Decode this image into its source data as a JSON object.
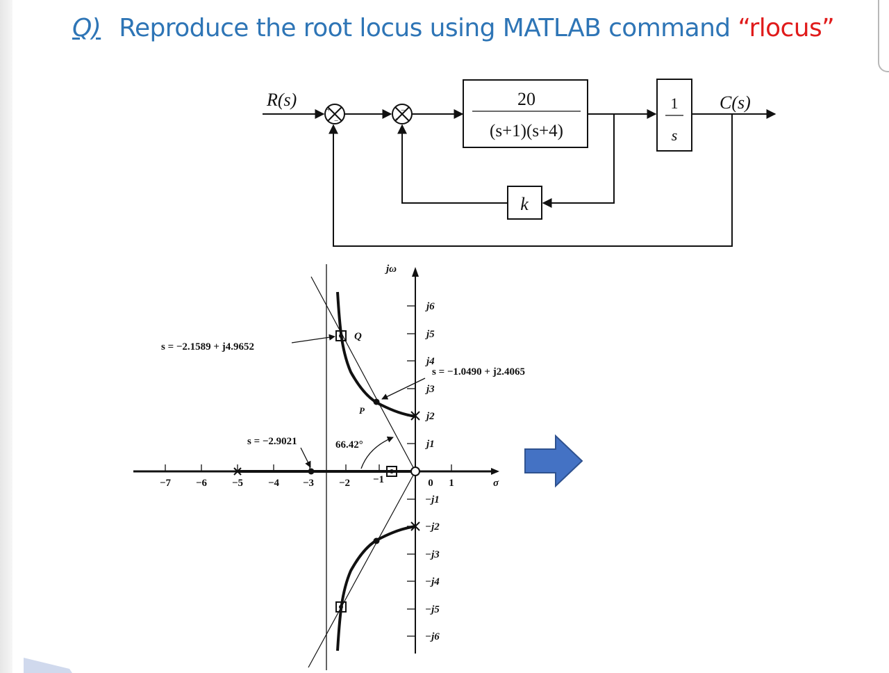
{
  "question": {
    "prefix": "Q)",
    "text": "Reproduce the root locus using MATLAB command ",
    "command_open_quote": "“",
    "command": "rlocus",
    "command_close_quote": "”"
  },
  "block_diagram": {
    "input_label": "R(s)",
    "output_label": "C(s)",
    "summing_signs": [
      "+",
      "−"
    ],
    "plant_numerator": "20",
    "plant_denominator": "(s+1)(s+4)",
    "integrator_numerator": "1",
    "integrator_denominator": "s",
    "feedback_gain": "k"
  },
  "root_locus": {
    "vertical_axis_label": "jω",
    "horizontal_axis_label": "σ",
    "x_tick_labels": [
      "−7",
      "−6",
      "−5",
      "−4",
      "−3",
      "−2",
      "−1",
      "0",
      "1"
    ],
    "y_tick_labels_pos": [
      "j6",
      "j5",
      "j4",
      "j3",
      "j2",
      "j1"
    ],
    "y_tick_labels_neg": [
      "−j1",
      "−j2",
      "−j3",
      "−j4",
      "−j5",
      "−j6"
    ],
    "annotation_Q": "s = −2.1589 + j4.9652",
    "annotation_P": "s = −1.0490 + j2.4065",
    "annotation_breakaway": "s = −2.9021",
    "angle_label": "66.42°",
    "point_Q": "Q",
    "point_P": "P"
  },
  "colors": {
    "title": "#2e75b6",
    "command": "#e01b1b",
    "arrow_fill": "#4472c4",
    "arrow_stroke": "#2f528f"
  }
}
